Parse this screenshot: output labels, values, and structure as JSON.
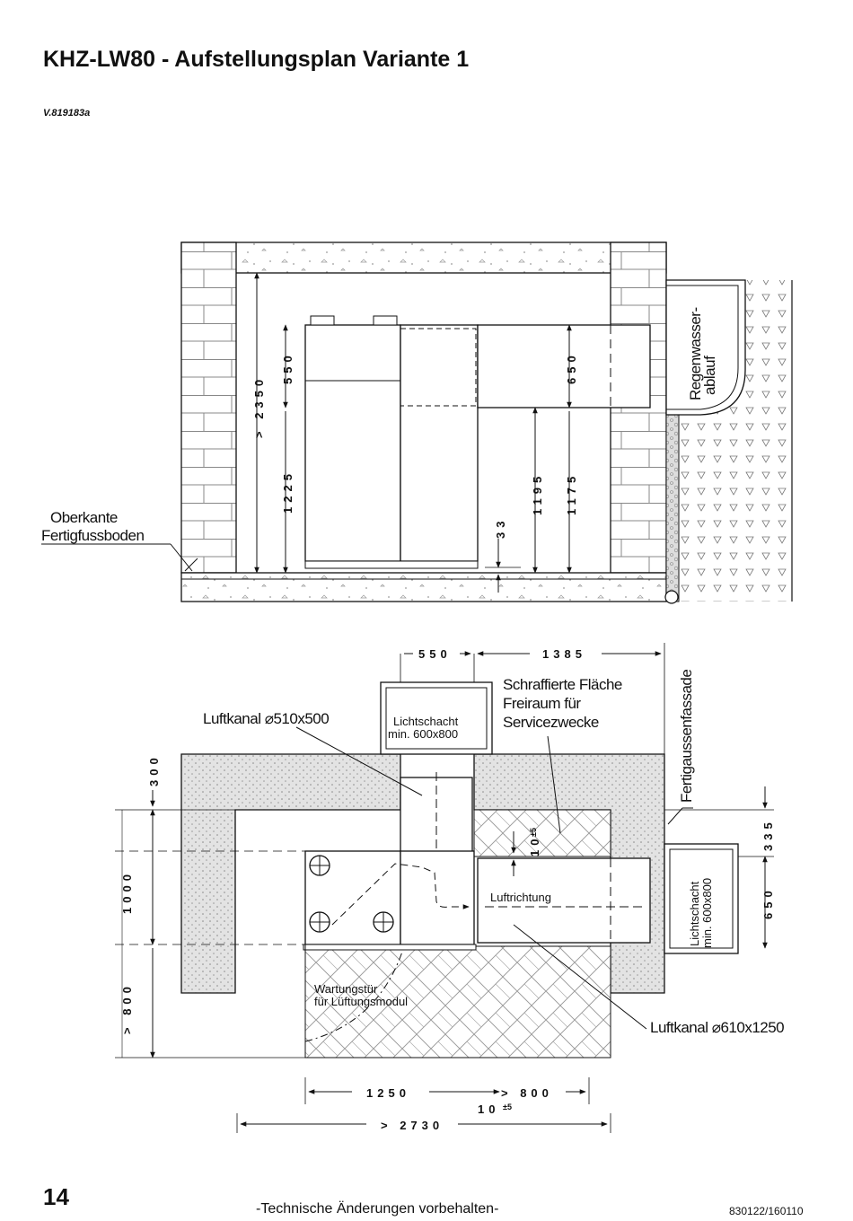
{
  "page": {
    "title": "KHZ-LW80 - Aufstellungsplan Variante 1",
    "version": "V.819183a",
    "page_number": "14",
    "footer_note": "-Technische Änderungen vorbehalten-",
    "footer_code": "830122/160110"
  },
  "elevation": {
    "dim_total_height": "> 2350",
    "dim_upper_module": "550",
    "dim_unit_height": "1225",
    "dim_duct_height": "650",
    "dim_duct_bottom": "1195",
    "dim_duct_axis": "1175",
    "dim_floor_gap": "33",
    "label_floor": [
      "Oberkante",
      "Fertigfussboden"
    ],
    "label_rain": [
      "Regenwasser-",
      "ablauf"
    ]
  },
  "plan": {
    "dim_top_550": "550",
    "dim_top_1385": "1385",
    "dim_left_300": "300",
    "dim_left_1000": "1000",
    "dim_left_800": "> 800",
    "dim_right_335": "335",
    "dim_right_650": "650",
    "dim_gap_top": "10",
    "dim_gap_tol": "±5",
    "dim_bottom_1250": "1250",
    "dim_bottom_800": "> 800",
    "dim_bottom_2730": "> 2730",
    "dim_gap_bottom": "10",
    "label_duct_small": "Luftkanal  ⌀510x500",
    "label_light_shaft_top": [
      "Lichtschacht",
      "min. 600x800"
    ],
    "label_hatched": [
      "Schraffierte Fläche",
      "Freiraum für",
      "Servicezwecke"
    ],
    "label_facade": "Fertigaussenfassade",
    "label_light_shaft_right": [
      "Lichtschacht",
      "min. 600x800"
    ],
    "label_airflow": "Luftrichtung",
    "label_service_door": [
      "Wartungstür",
      "für Lüftungsmodul"
    ],
    "label_duct_large": "Luftkanal  ⌀610x1250"
  }
}
